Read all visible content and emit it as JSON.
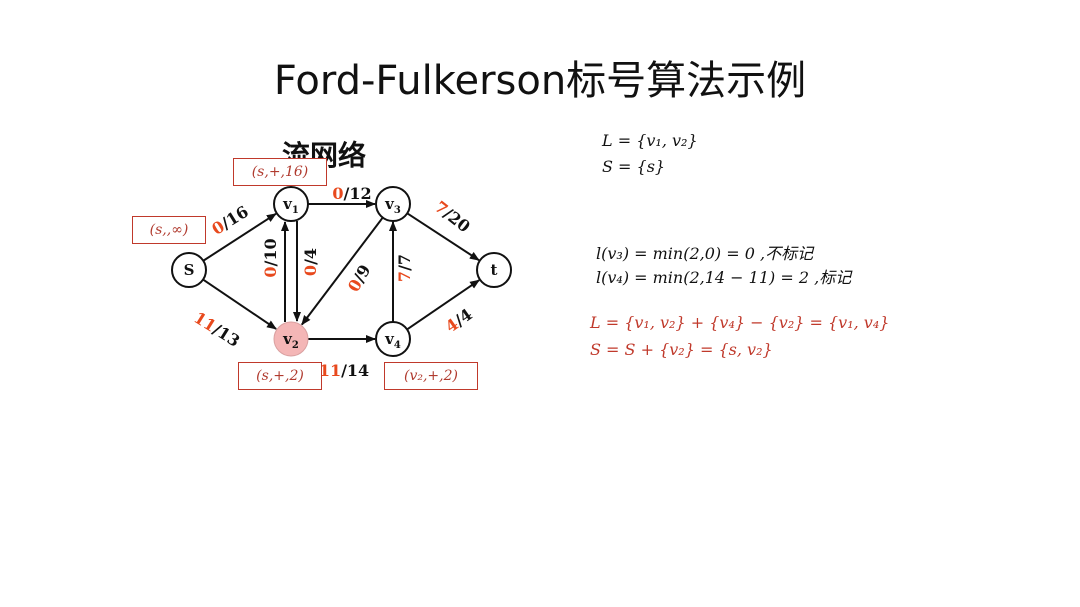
{
  "title": "Ford-Fulkerson标号算法示例",
  "subtitle": "流网络",
  "nodes": [
    {
      "id": "s",
      "label": "S",
      "sub": ""
    },
    {
      "id": "v1",
      "label": "v",
      "sub": "1"
    },
    {
      "id": "v2",
      "label": "v",
      "sub": "2",
      "highlight": true
    },
    {
      "id": "v3",
      "label": "v",
      "sub": "3"
    },
    {
      "id": "v4",
      "label": "v",
      "sub": "4"
    },
    {
      "id": "t",
      "label": "t",
      "sub": ""
    }
  ],
  "edges": [
    {
      "from": "s",
      "to": "v1",
      "flow": "0",
      "capacity": "/16"
    },
    {
      "from": "s",
      "to": "v2",
      "flow": "11",
      "capacity": "/13"
    },
    {
      "from": "v1",
      "to": "v2",
      "flow": "0",
      "capacity": "/10"
    },
    {
      "from": "v2",
      "to": "v1",
      "flow": "0",
      "capacity": "/4"
    },
    {
      "from": "v1",
      "to": "v3",
      "flow": "0",
      "capacity": "/12"
    },
    {
      "from": "v3",
      "to": "v2",
      "flow": "0",
      "capacity": "/9"
    },
    {
      "from": "v2",
      "to": "v4",
      "flow": "11",
      "capacity": "/14"
    },
    {
      "from": "v4",
      "to": "v3",
      "flow": "7",
      "capacity": "/7"
    },
    {
      "from": "v3",
      "to": "t",
      "flow": "7",
      "capacity": "/20"
    },
    {
      "from": "v4",
      "to": "t",
      "flow": "4",
      "capacity": "/4"
    }
  ],
  "labels": {
    "s": "(s,,∞)",
    "v1": "(s,+,16)",
    "v2": "(s,+,2)",
    "v4": "(v₂,+,2)"
  },
  "equations": {
    "line1": "L = {v₁, v₂}",
    "line2": "S = {s}",
    "line3": "l(v₃) = min(2,0) = 0 ,不标记",
    "line4": "l(v₄) = min(2,14 − 11) = 2 ,标记",
    "line5": "L = {v₁, v₂} + {v₄} − {v₂} = {v₁, v₄}",
    "line6": "S = S + {v₂} = {s, v₂}"
  },
  "colors": {
    "flow": "#e8491d",
    "capacity": "#111111",
    "highlight_fill": "#f4b6b6",
    "label_border": "#c0392b",
    "red_text": "#c0392b"
  }
}
